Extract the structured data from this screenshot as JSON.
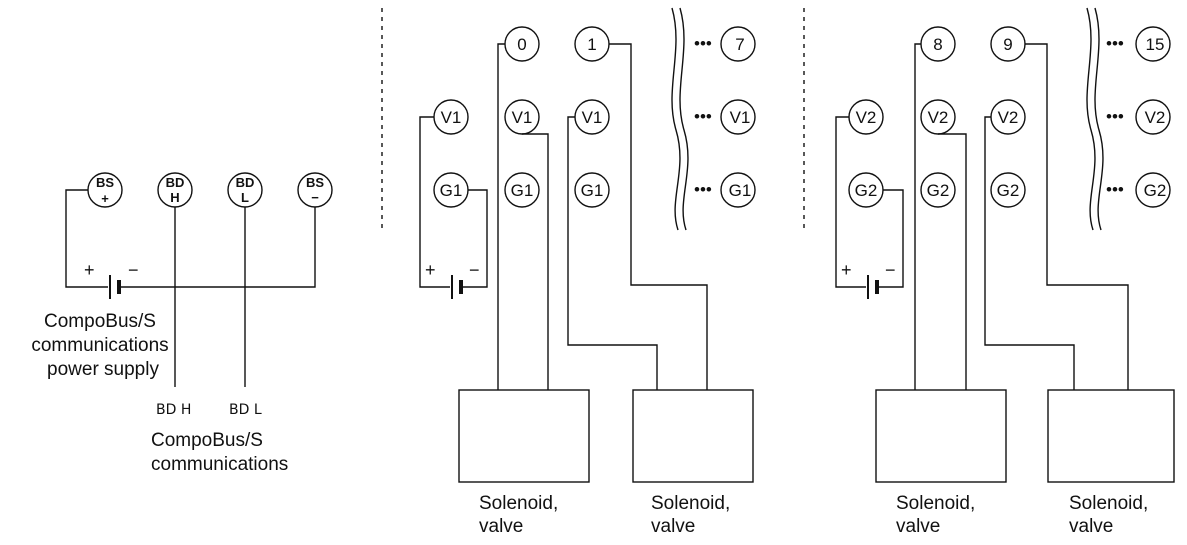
{
  "left_block": {
    "terminals": [
      {
        "top": "BS",
        "bottom": "+"
      },
      {
        "top": "BD",
        "bottom": "H"
      },
      {
        "top": "BD",
        "bottom": "L"
      },
      {
        "top": "BS",
        "bottom": "−"
      }
    ],
    "power_plus": "+",
    "power_minus": "−",
    "power_label": [
      "CompoBus/S",
      "communications",
      "power supply"
    ],
    "lead_labels": [
      "BD H",
      "BD L"
    ],
    "comm_label": [
      "CompoBus/S",
      "communications"
    ]
  },
  "group1": {
    "outputs": [
      "0",
      "1",
      "7"
    ],
    "v_label": "V1",
    "g_label": "G1",
    "ellipsis": "•••",
    "power_plus": "+",
    "power_minus": "−",
    "loads": [
      {
        "line1": "Solenoid,",
        "line2": "valve"
      },
      {
        "line1": "Solenoid,",
        "line2": "valve"
      }
    ]
  },
  "group2": {
    "outputs": [
      "8",
      "9",
      "15"
    ],
    "v_label": "V2",
    "g_label": "G2",
    "ellipsis": "•••",
    "power_plus": "+",
    "power_minus": "−",
    "loads": [
      {
        "line1": "Solenoid,",
        "line2": "valve"
      },
      {
        "line1": "Solenoid,",
        "line2": "valve"
      }
    ]
  }
}
